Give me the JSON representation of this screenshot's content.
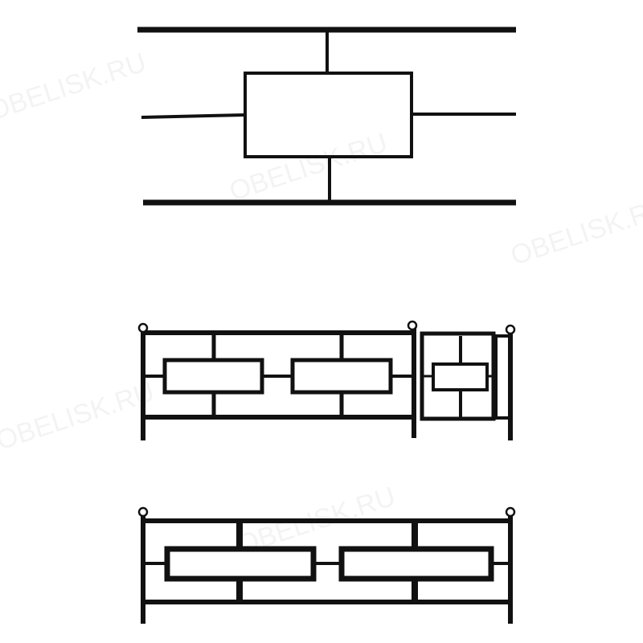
{
  "palette": {
    "ink": "#111111",
    "background": "#ffffff"
  },
  "watermarks": [
    {
      "text": "OBELISK.RU"
    },
    {
      "text": "OBELISK.RU"
    },
    {
      "text": "OBELISK.RU"
    },
    {
      "text": "OBELISK.RU"
    },
    {
      "text": "OBELISK.RU"
    }
  ],
  "figures": [
    {
      "id": "pattern-detail",
      "type": "ornament-detail"
    },
    {
      "id": "fence-section-two-panel",
      "type": "fence-with-gate",
      "panels": 2,
      "finials": 3
    },
    {
      "id": "fence-section-single-panel",
      "type": "fence",
      "panels": 1,
      "finials": 2
    }
  ]
}
